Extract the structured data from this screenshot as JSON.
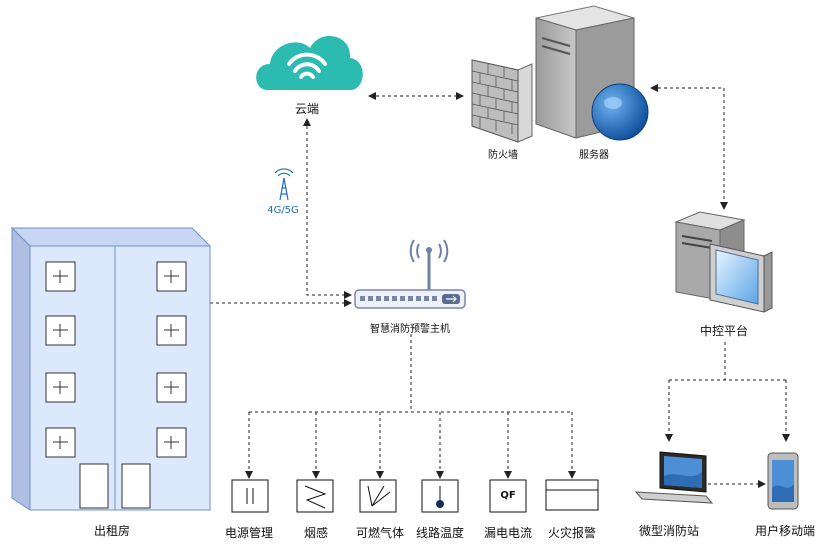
{
  "nodes": {
    "cloud": "云端",
    "network": "4G/5G",
    "firewall": "防火墙",
    "server": "服务器",
    "host": "智慧消防预警主机",
    "control": "中控平台",
    "building": "出租房",
    "station": "微型消防站",
    "mobile": "用户移动端"
  },
  "sensors": [
    {
      "label": "电源管理",
      "icon": "power-management-icon"
    },
    {
      "label": "烟感",
      "icon": "smoke-detector-icon"
    },
    {
      "label": "可燃气体",
      "icon": "gas-detector-icon"
    },
    {
      "label": "线路温度",
      "icon": "temperature-sensor-icon"
    },
    {
      "label": "漏电电流",
      "icon": "leakage-current-icon",
      "glyph": "QF"
    },
    {
      "label": "火灾报警",
      "icon": "fire-alarm-icon"
    }
  ],
  "colors": {
    "cloud": "#2bbbb0",
    "building_fill": "#dce8fb",
    "building_stroke": "#7090c8",
    "globe": "#1e6fc4",
    "line": "#222222"
  }
}
